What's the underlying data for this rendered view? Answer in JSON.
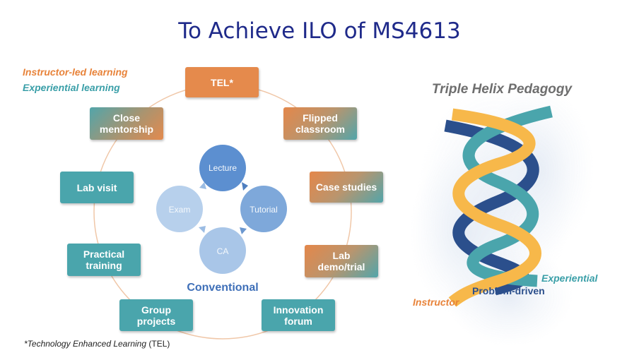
{
  "title": "To Achieve ILO of MS4613",
  "legend": {
    "instructor": "Instructor-led learning",
    "experiential": "Experiential learning"
  },
  "colors": {
    "instructor": "#e8833a",
    "experiential": "#3a9fa8",
    "problem_driven": "#2b4f8c",
    "title": "#1f2a8a"
  },
  "ring_items": {
    "tel": "TEL*",
    "flipped": "Flipped\nclassroom",
    "case": "Case studies",
    "lab_demo": "Lab\ndemo/trial",
    "innovation": "Innovation\nforum",
    "group": "Group\nprojects",
    "practical": "Practical\ntraining",
    "lab_visit": "Lab visit",
    "mentorship": "Close\nmentorship"
  },
  "conventional": {
    "label": "Conventional",
    "cycle": {
      "lecture": "Lecture",
      "tutorial": "Tutorial",
      "ca": "CA",
      "exam": "Exam"
    }
  },
  "footnote": {
    "italic": "*Technology Enhanced Learning",
    "normal": " (TEL)"
  },
  "helix": {
    "title": "Triple Helix Pedagogy",
    "experiential": "Experiential",
    "problem_driven": "Problem-driven",
    "instructor": "Instructor"
  }
}
